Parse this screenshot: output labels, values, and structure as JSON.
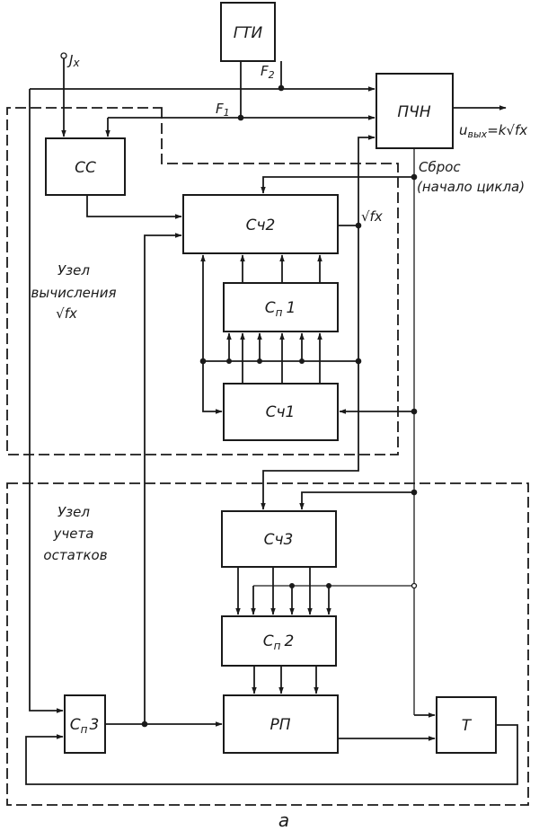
{
  "diagram": {
    "caption": "а",
    "colors": {
      "ink": "#1a1a1a",
      "background": "#ffffff"
    },
    "blocks": {
      "gti": "ГТИ",
      "pchn": "ПЧН",
      "ss": "СС",
      "sch2": "Сч2",
      "sm1_main": "С",
      "sm1_sub": "п",
      "sm1_num": "1",
      "sch1": "Сч1",
      "sch3": "Сч3",
      "sm2_main": "С",
      "sm2_sub": "п",
      "sm2_num": "2",
      "sm3_main": "С",
      "sm3_sub": "п",
      "sm3_num": "3",
      "rp": "РП",
      "t": "Т"
    },
    "signals": {
      "jx_main": "J",
      "jx_sub": "x",
      "f1_main": "F",
      "f1_sub": "1",
      "f2_main": "F",
      "f2_sub": "2",
      "sqrt_fx": "√fx",
      "output_u": "u",
      "output_sub": "вых",
      "output_eq": "=k√fx",
      "reset_line1": "Сброс",
      "reset_line2": "(начало цикла)"
    },
    "groups": {
      "compute_line1": "Узел",
      "compute_line2": "вычисления",
      "compute_line3": "√fx",
      "remainder_line1": "Узел",
      "remainder_line2": "учета",
      "remainder_line3": "остатков"
    }
  }
}
